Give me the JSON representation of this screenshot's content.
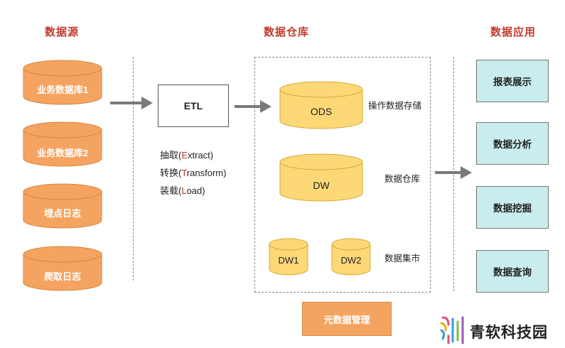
{
  "columns": {
    "source_title": "数据源",
    "warehouse_title": "数据仓库",
    "app_title": "数据应用"
  },
  "sources": [
    {
      "label": "业务数据库1"
    },
    {
      "label": "业务数据库2"
    },
    {
      "label": "埋点日志"
    },
    {
      "label": "爬取日志"
    }
  ],
  "etl": {
    "box_label": "ETL",
    "steps": [
      {
        "prefix": "抽取(",
        "letter": "E",
        "rest": "xtract)"
      },
      {
        "prefix": "转换(",
        "letter": "T",
        "rest": "ransform)"
      },
      {
        "prefix": "装载(",
        "letter": "L",
        "rest": "oad)"
      }
    ]
  },
  "warehouse": {
    "ods_label": "ODS",
    "ods_desc": "操作数据存储",
    "dw_label": "DW",
    "dw_desc": "数据仓库",
    "dw1_label": "DW1",
    "dw2_label": "DW2",
    "mart_desc": "数据集市",
    "metadata_label": "元数据管理"
  },
  "apps": [
    {
      "label": "报表展示"
    },
    {
      "label": "数据分析"
    },
    {
      "label": "数据挖掘"
    },
    {
      "label": "数据查询"
    }
  ],
  "logo": {
    "text": "青软科技园"
  },
  "colors": {
    "accent_red": "#c0392b",
    "source_orange": "#f4a460",
    "warehouse_yellow": "#fcd877",
    "app_cyan": "#c9ecec",
    "arrow_gray": "#7a7a7a"
  }
}
